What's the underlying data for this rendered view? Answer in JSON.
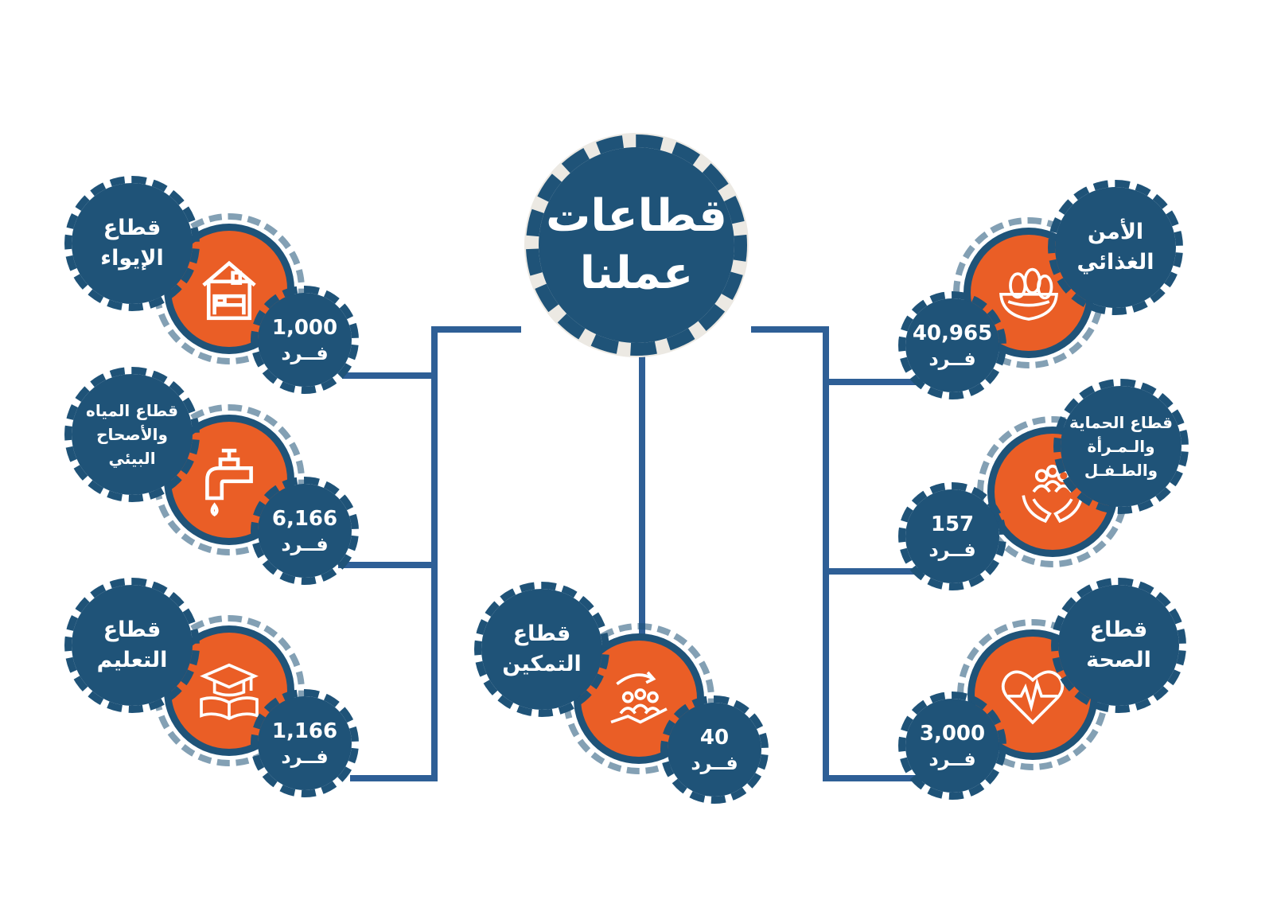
{
  "title": {
    "line1": "قطاعات",
    "line2": "عملنا"
  },
  "unit": "فــرد",
  "sectors": [
    {
      "id": "shelter",
      "label_lines": [
        "قطاع",
        "الإيواء"
      ],
      "count": "1,000",
      "icon": "house-icon"
    },
    {
      "id": "water",
      "label_lines": [
        "قطاع المياه",
        "والأصحاح",
        "البيئي"
      ],
      "count": "6,166",
      "icon": "water-tap-icon"
    },
    {
      "id": "education",
      "label_lines": [
        "قطاع",
        "التعليم"
      ],
      "count": "1,166",
      "icon": "graduation-book-icon"
    },
    {
      "id": "empowerment",
      "label_lines": [
        "قطاع",
        "التمكين"
      ],
      "count": "40",
      "icon": "group-growth-icon"
    },
    {
      "id": "food",
      "label_lines": [
        "الأمن",
        "الغذائي"
      ],
      "count": "40,965",
      "icon": "food-basket-icon"
    },
    {
      "id": "protection",
      "label_lines": [
        "قطاع الحماية",
        "والـمـرأة",
        "والطـفـل"
      ],
      "count": "157",
      "icon": "hands-people-icon"
    },
    {
      "id": "health",
      "label_lines": [
        "قطاع",
        "الصحة"
      ],
      "count": "3,000",
      "icon": "heartbeat-icon"
    }
  ],
  "colors": {
    "navy": "#1f5378",
    "orange": "#ea5e26",
    "line": "#2e5f96",
    "ring": "#ece9e3"
  }
}
